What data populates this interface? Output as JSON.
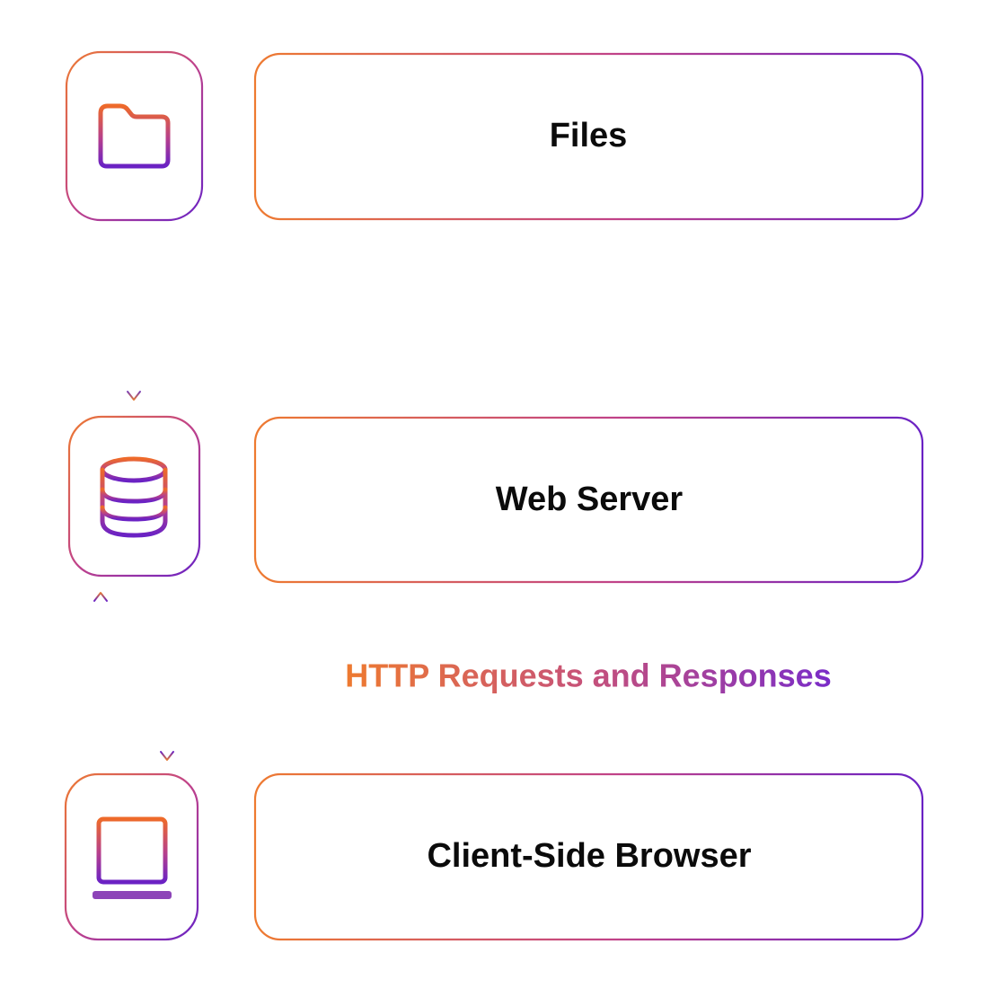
{
  "colors": {
    "gradient_start": "#ee7a30",
    "gradient_mid": "#c0428a",
    "gradient_end": "#6a22c4",
    "text": "#0b0b0b",
    "background": "#ffffff"
  },
  "nodes": [
    {
      "id": "files",
      "label": "Files",
      "icon": "folder-icon"
    },
    {
      "id": "web-server",
      "label": "Web Server",
      "icon": "database-icon"
    },
    {
      "id": "client-browser",
      "label": "Client-Side Browser",
      "icon": "laptop-icon"
    }
  ],
  "edges": [
    {
      "from": "files",
      "to": "web-server"
    },
    {
      "from": "client-browser",
      "to": "web-server"
    },
    {
      "from": "web-server",
      "to": "client-browser"
    }
  ],
  "connection_label": "HTTP Requests and Responses"
}
